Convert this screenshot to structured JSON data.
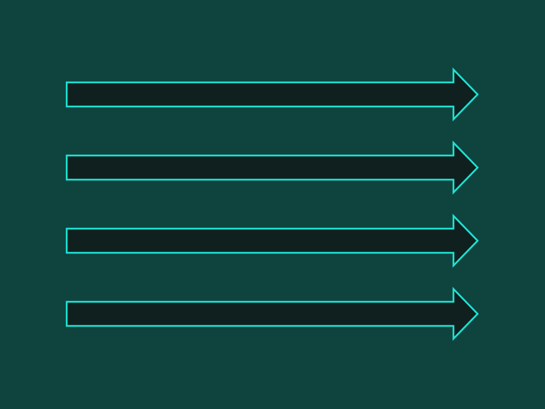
{
  "colors": {
    "background": "#0f433e",
    "arrow_fill": "#10201f",
    "arrow_stroke": "#1ee3d3"
  },
  "arrows": [
    {
      "direction": "right"
    },
    {
      "direction": "right"
    },
    {
      "direction": "right"
    },
    {
      "direction": "right"
    }
  ]
}
